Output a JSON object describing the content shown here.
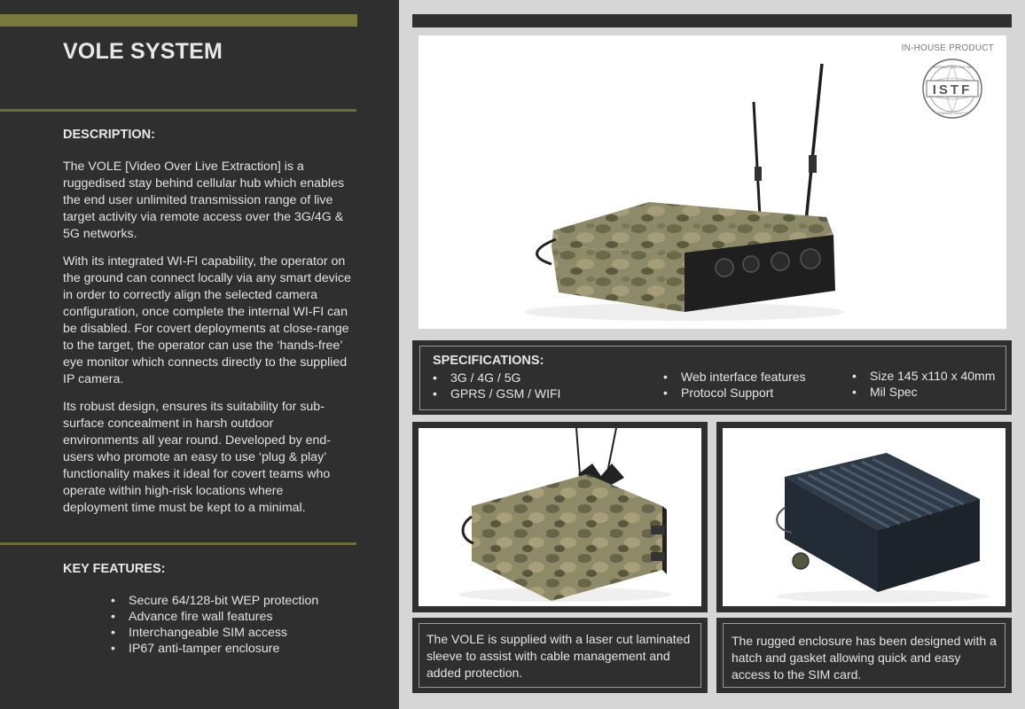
{
  "title": "VOLE SYSTEM",
  "description": {
    "heading": "DESCRIPTION:",
    "paragraphs": [
      "The VOLE [Video Over Live Extraction] is a ruggedised stay behind cellular hub which enables the end user unlimited transmission range of live target activity via remote access over the 3G/4G & 5G networks.",
      "With its integrated WI-FI capability, the operator on the ground can connect locally via any smart device in order to correctly align the selected camera configuration, once complete the internal WI-FI can be disabled. For covert deployments at close-range to the target, the operator can use the ‘hands-free’ eye monitor which connects directly to the supplied IP camera.",
      "Its robust design, ensures its suitability for sub-surface concealment in harsh outdoor environments all year round. Developed by end-users who promote an easy to use ‘plug & play’ functionality makes it ideal for covert teams who operate within high-risk locations where deployment time must be kept to a minimal."
    ]
  },
  "key_features": {
    "heading": "KEY FEATURES:",
    "items": [
      "Secure 64/128-bit WEP protection",
      "Advance fire wall features",
      "Interchangeable SIM access",
      "IP67 anti-tamper enclosure"
    ]
  },
  "hero": {
    "badge": "IN-HOUSE PRODUCT",
    "logo_text": "ISTF",
    "logo_ring_top": "INTERNATIONAL SPECIAL",
    "logo_ring_bottom": "TRAINING FACILITY"
  },
  "specifications": {
    "heading": "SPECIFICATIONS:",
    "col1": [
      "3G / 4G / 5G",
      "GPRS / GSM / WIFI"
    ],
    "col2": [
      "Web interface features",
      "Protocol Support"
    ],
    "col3": [
      "Size 145 x110 x 40mm",
      "Mil Spec"
    ]
  },
  "captions": {
    "left": "The VOLE is supplied with a laser cut laminated sleeve to assist with cable management and added protection.",
    "right": "The rugged enclosure has been designed with a hatch and gasket allowing quick and easy access to the SIM card."
  },
  "colors": {
    "dark_panel": "#2f2f2f",
    "olive_accent": "#777a3c",
    "page_grey": "#d6d6d6"
  }
}
